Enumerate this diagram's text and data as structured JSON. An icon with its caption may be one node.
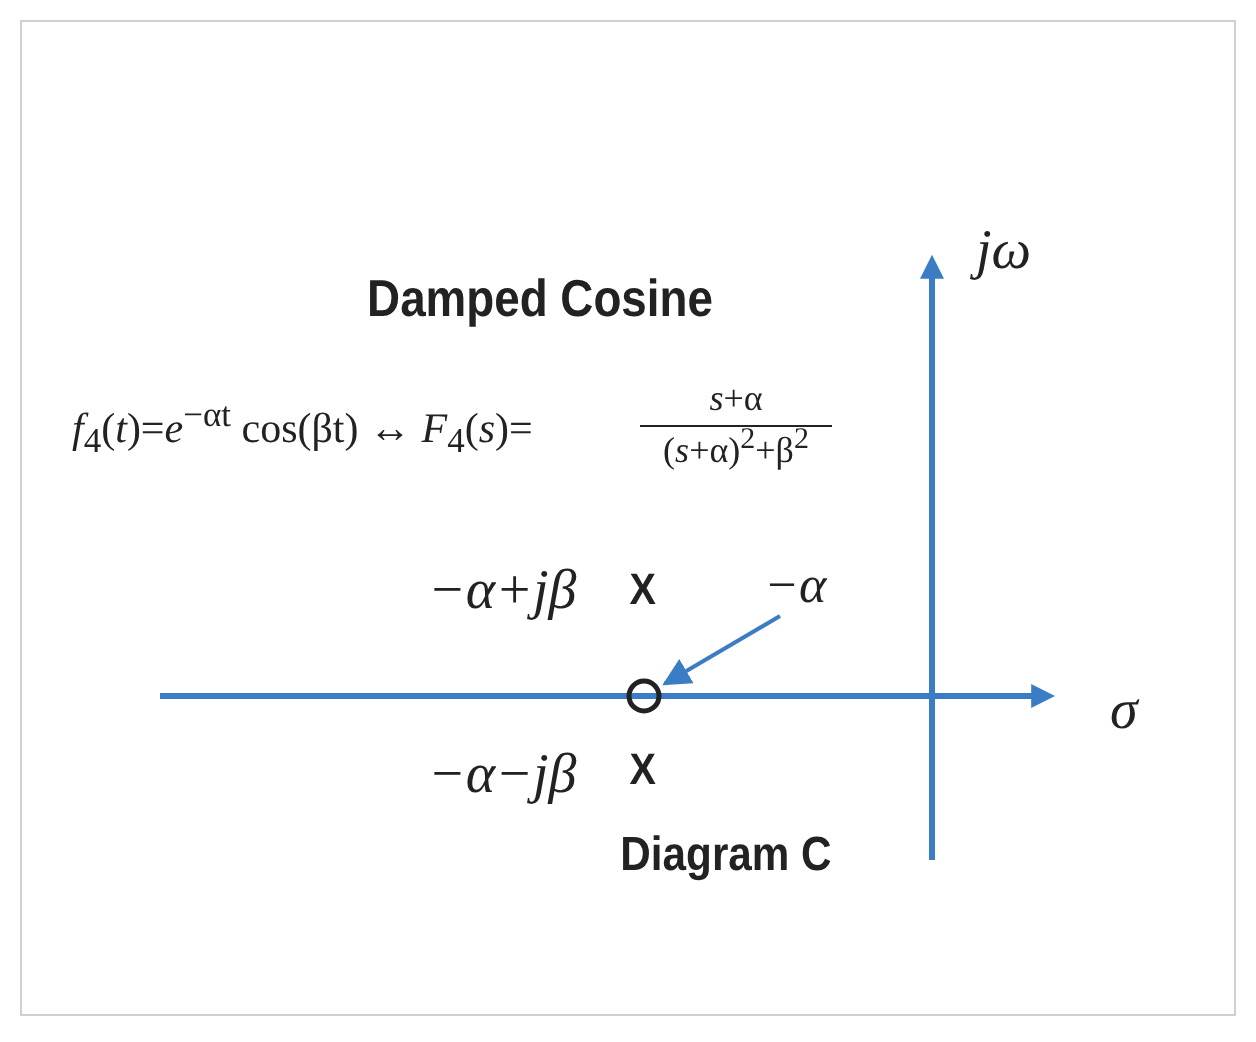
{
  "diagram": {
    "title": "Damped Cosine",
    "caption": "Diagram C",
    "nodes": [
      {
        "text": [
          "−α"
        ]
      },
      {
        "text": [],
        "shape": "circle"
      }
    ],
    "edges": [
      {
        "from": 0,
        "to": 1,
        "arrow": "to"
      }
    ],
    "labels": [
      "jω",
      "*f*$_{4}$(*t*)=*e*$^{−αt}$ cos(βt)  ↔  *F*$_{4}$(*s*)=",
      "*s*+α",
      "(*s*+α)$^{2}$+β$^{2}$",
      "−α+jβ",
      "X",
      "−α−jβ",
      "X",
      "σ"
    ]
  }
}
